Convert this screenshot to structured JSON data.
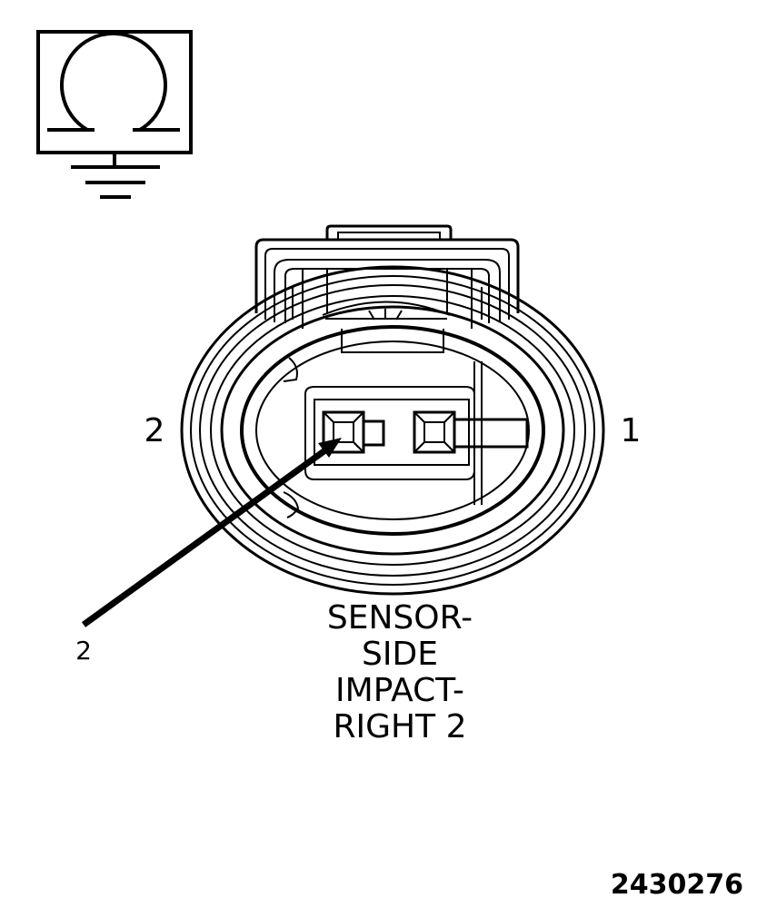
{
  "pin_labels": {
    "left": "2",
    "right": "1"
  },
  "callout_label": "2",
  "connector_title": {
    "line1": "SENSOR-",
    "line2": "SIDE",
    "line3": "IMPACT-",
    "line4": "RIGHT 2"
  },
  "figure_id": "2430276",
  "icons": {
    "meter": "ohmmeter-icon",
    "ground": "ground-symbol-icon"
  },
  "colors": {
    "line": "#000000",
    "background": "#ffffff"
  }
}
